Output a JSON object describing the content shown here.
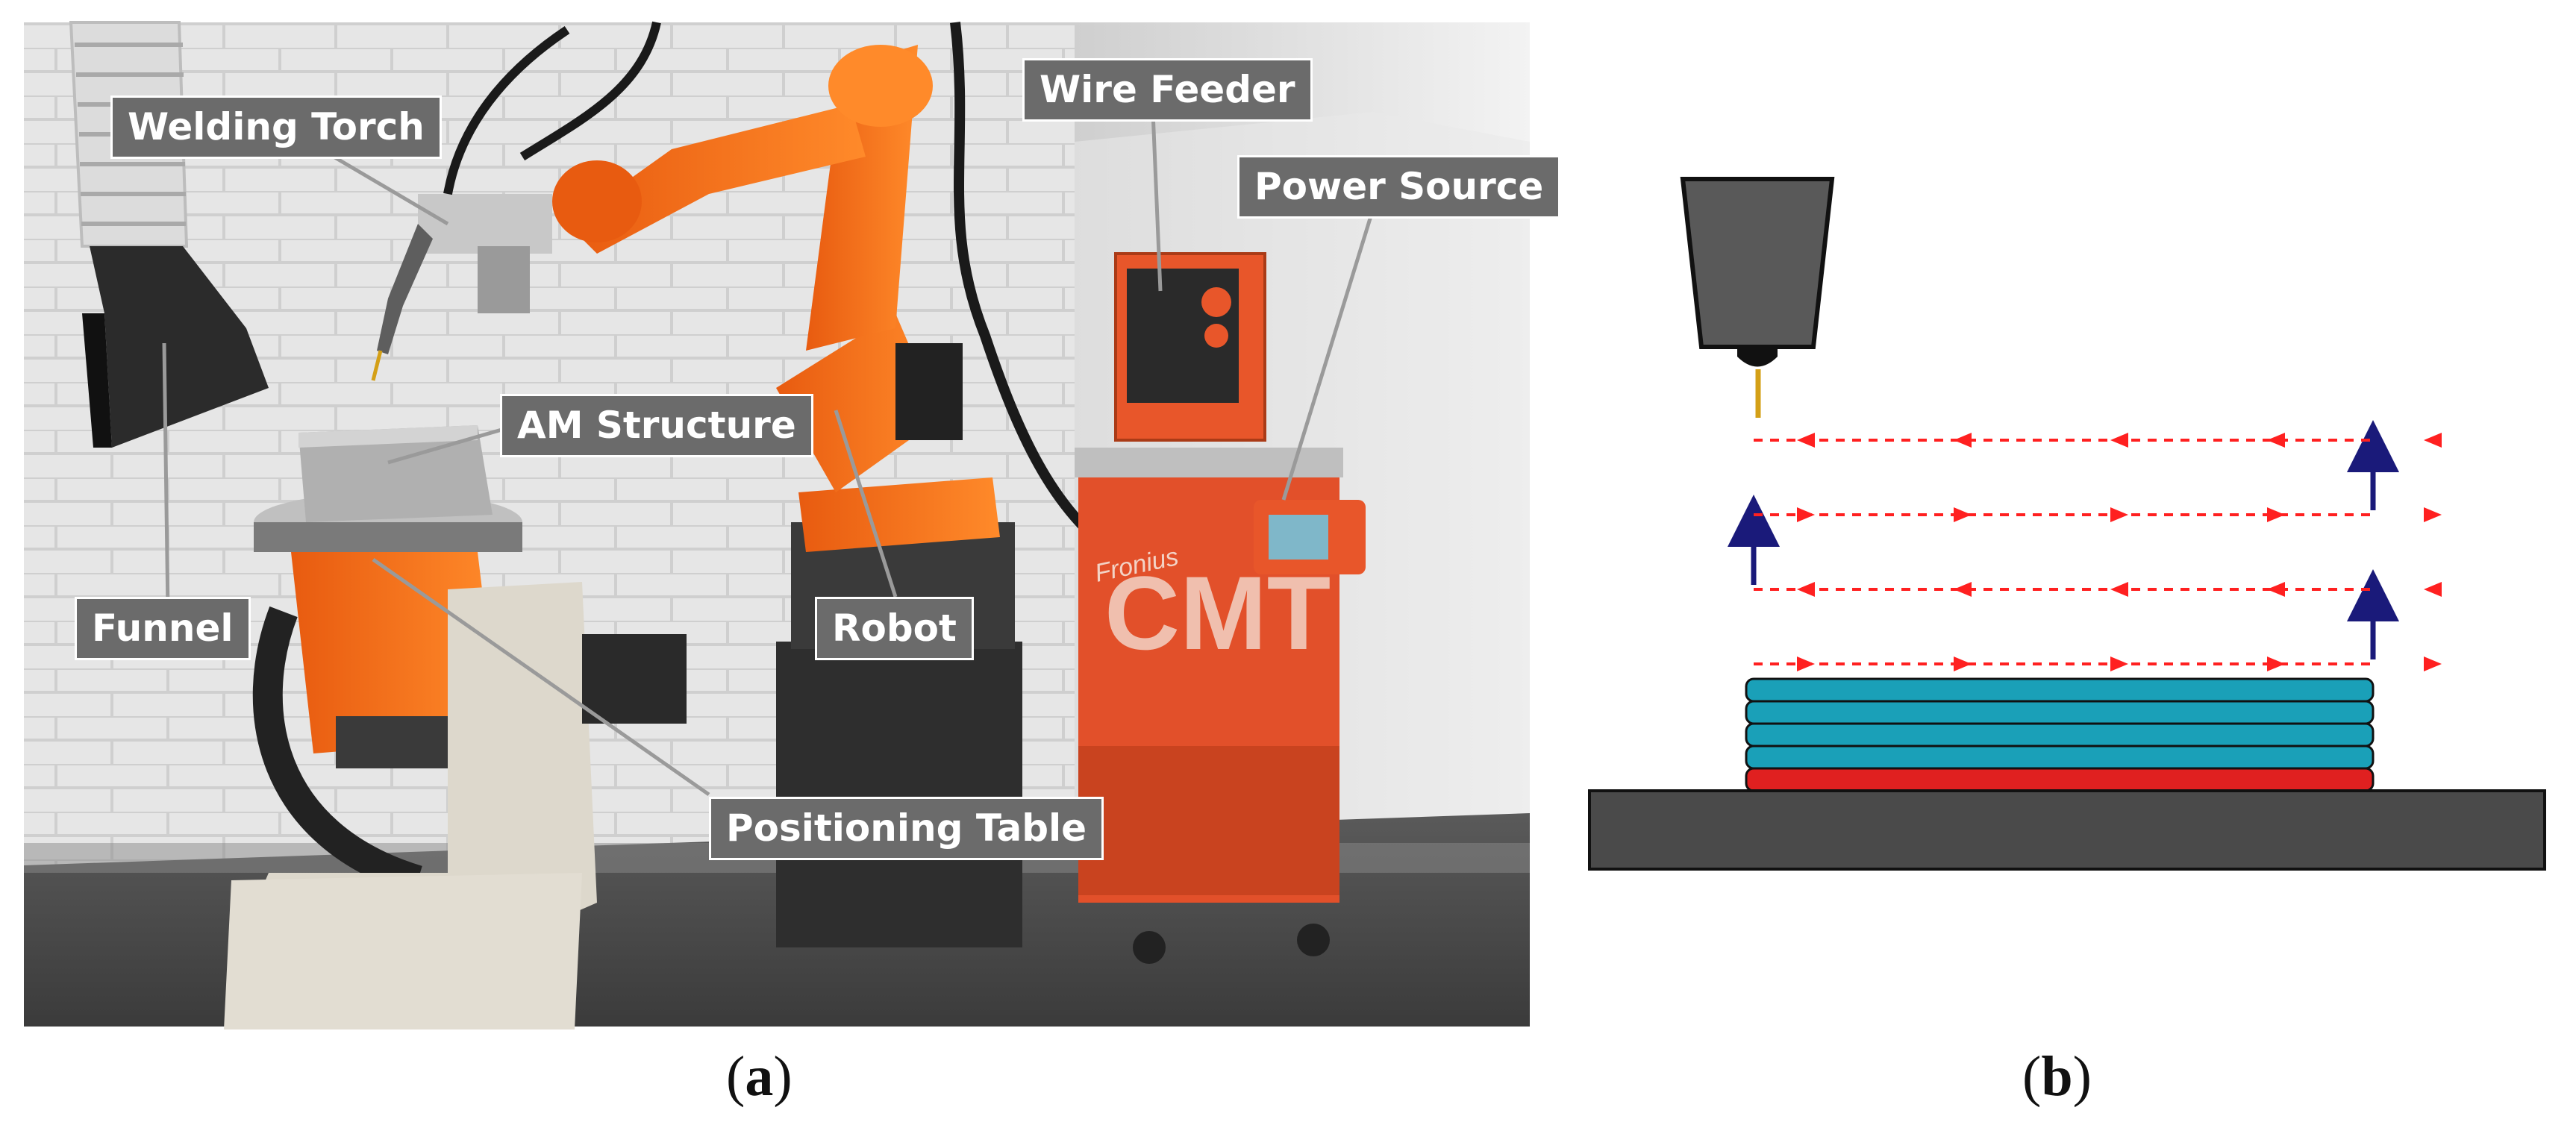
{
  "panel_a": {
    "caption_open": "(",
    "caption_letter": "a",
    "caption_close": ")",
    "callouts": {
      "welding_torch": "Welding Torch",
      "wire_feeder": "Wire Feeder",
      "power_source": "Power Source",
      "am_structure": "AM Structure",
      "funnel": "Funnel",
      "robot": "Robot",
      "positioning_table": "Positioning Table"
    },
    "machine_label": "CMT",
    "machine_brand": "Fronius"
  },
  "panel_b": {
    "caption_open": "(",
    "caption_letter": "b",
    "caption_close": ")",
    "colors": {
      "torch": "#595959",
      "wire": "#d4a017",
      "path": "#ff2020",
      "layer_up": "#1a1a7a",
      "deposited_layer": "#1aa0b8",
      "first_layer": "#e02020",
      "substrate": "#4a4a4a"
    },
    "passes": 4,
    "deposited_layers": 5
  }
}
